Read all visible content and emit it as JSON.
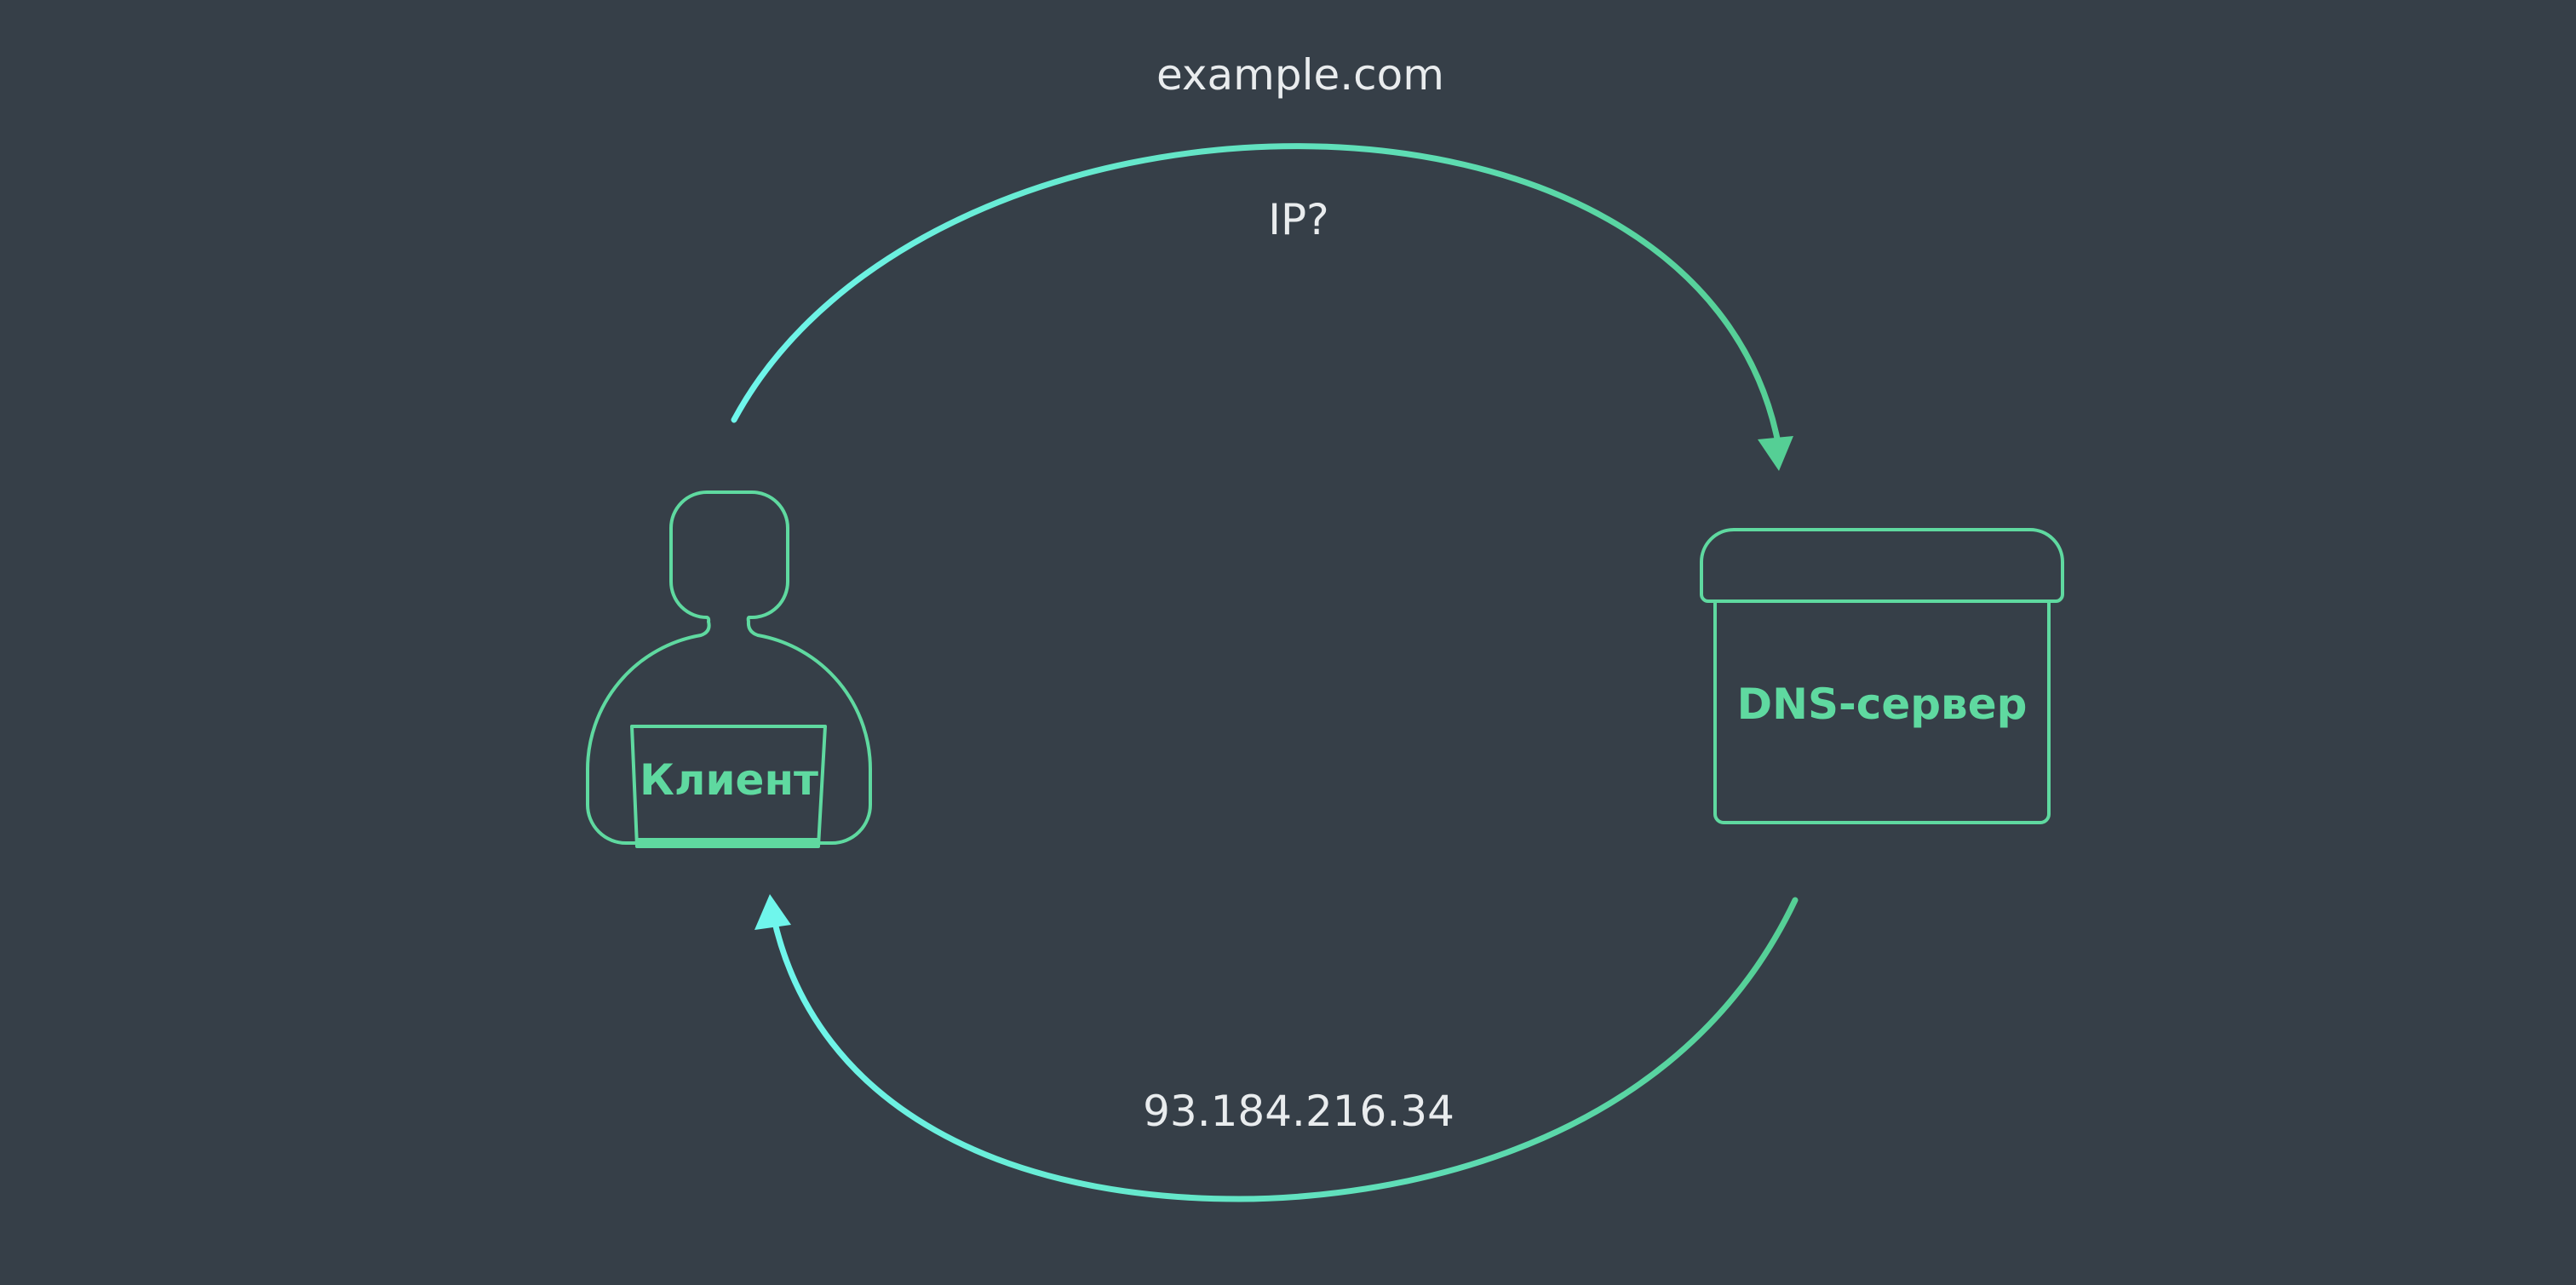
{
  "diagram": {
    "request_domain": "example.com",
    "request_question": "IP?",
    "response_ip": "93.184.216.34",
    "client_label": "Клиент",
    "server_label": "DNS-сервер"
  },
  "colors": {
    "background": "#363f48",
    "accent_green": "#5fd9a0",
    "accent_cyan": "#6ff6ec",
    "text_light": "#e9ecee"
  },
  "icons": [
    "client-person-icon",
    "dns-server-box-icon"
  ]
}
